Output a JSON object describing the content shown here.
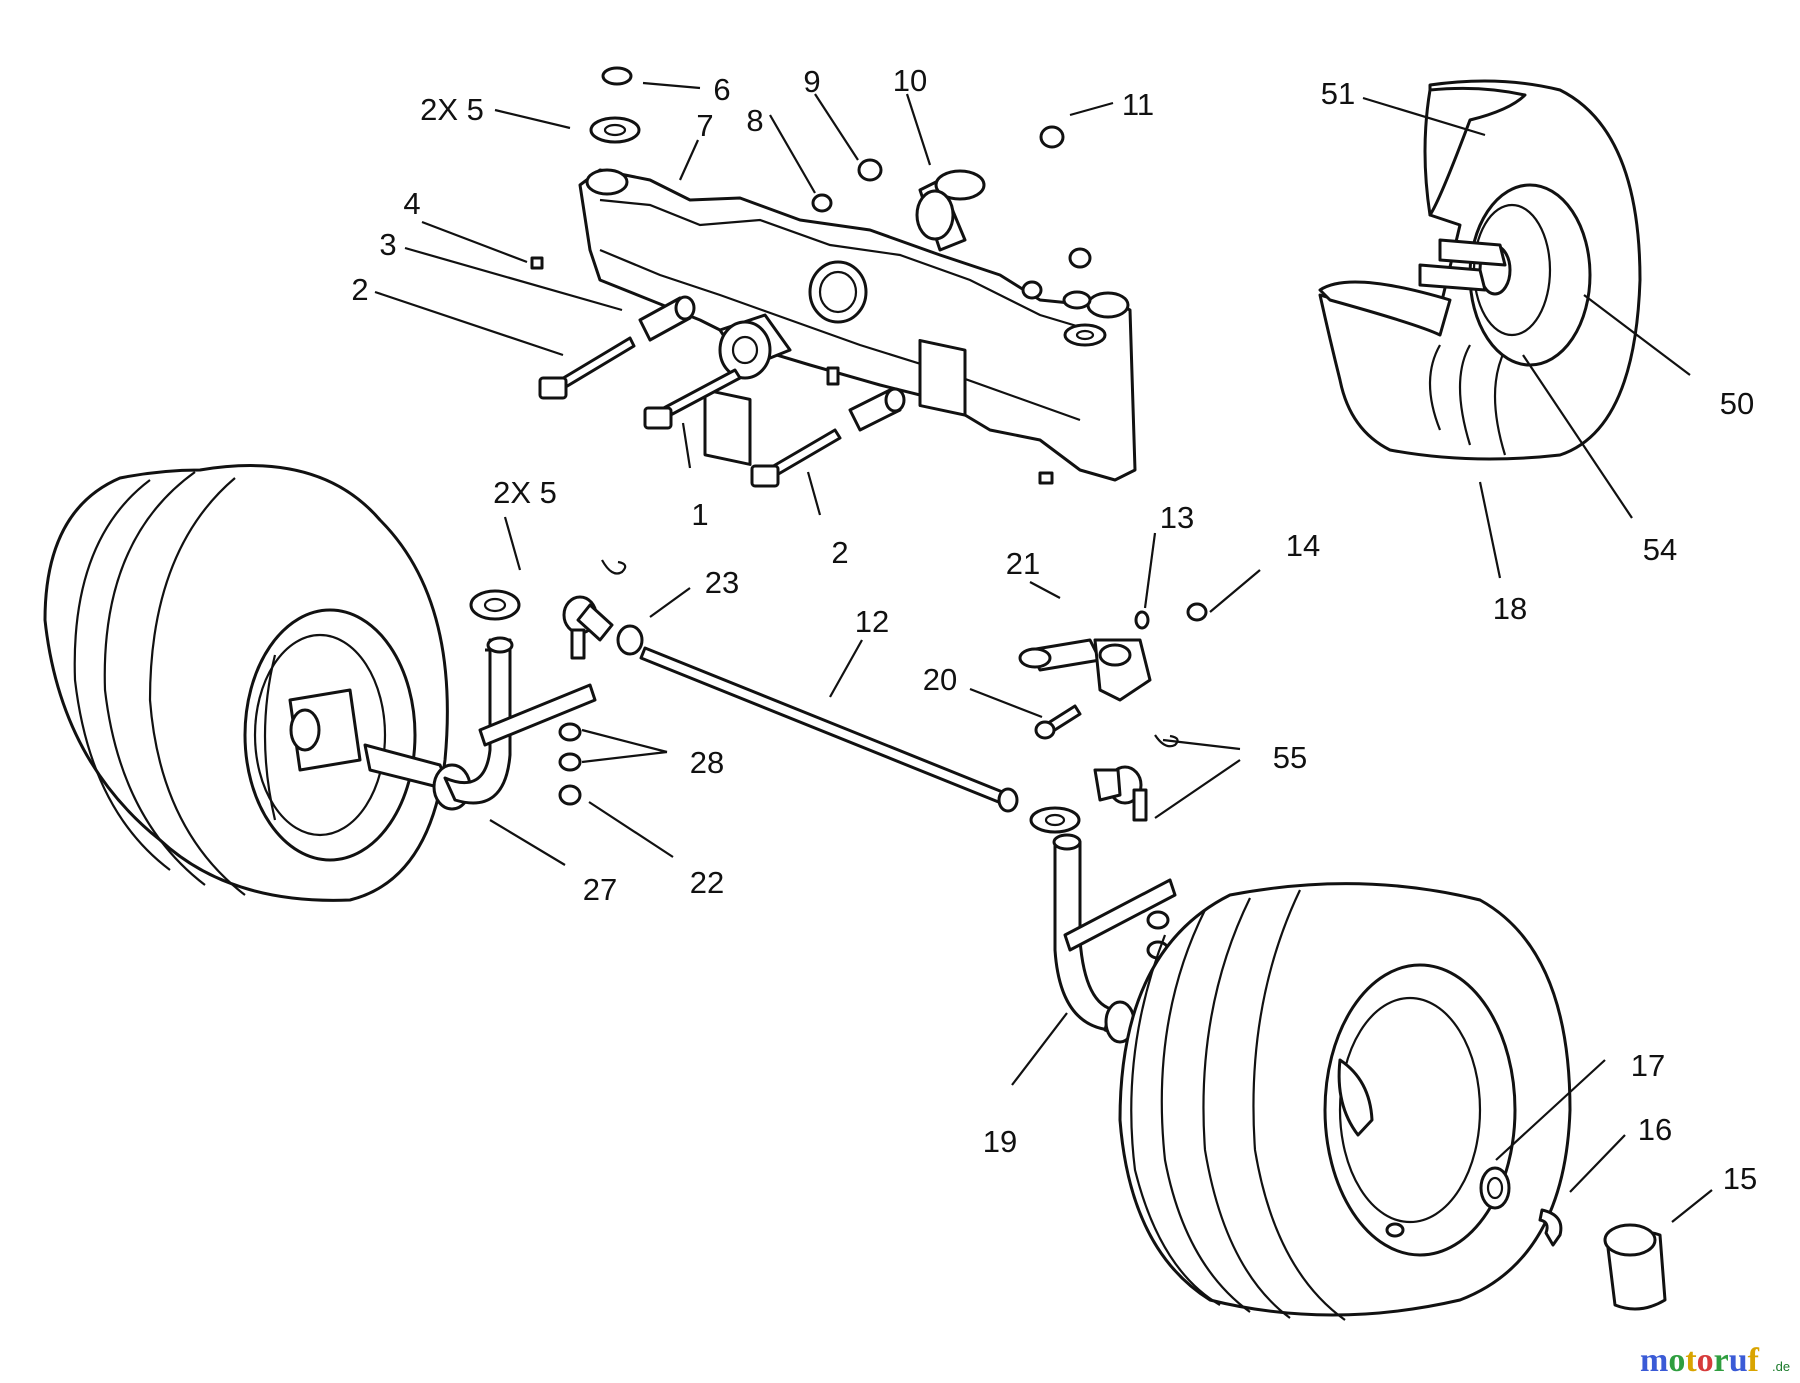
{
  "diagram": {
    "callouts": [
      {
        "id": "c1",
        "label": "1"
      },
      {
        "id": "c2a",
        "label": "2"
      },
      {
        "id": "c2b",
        "label": "2"
      },
      {
        "id": "c3",
        "label": "3"
      },
      {
        "id": "c4",
        "label": "4"
      },
      {
        "id": "c5a",
        "label": "2X 5"
      },
      {
        "id": "c5b",
        "label": "2X 5"
      },
      {
        "id": "c6",
        "label": "6"
      },
      {
        "id": "c7",
        "label": "7"
      },
      {
        "id": "c8",
        "label": "8"
      },
      {
        "id": "c9",
        "label": "9"
      },
      {
        "id": "c10",
        "label": "10"
      },
      {
        "id": "c11",
        "label": "11"
      },
      {
        "id": "c12",
        "label": "12"
      },
      {
        "id": "c13",
        "label": "13"
      },
      {
        "id": "c14",
        "label": "14"
      },
      {
        "id": "c15",
        "label": "15"
      },
      {
        "id": "c16",
        "label": "16"
      },
      {
        "id": "c17",
        "label": "17"
      },
      {
        "id": "c18",
        "label": "18"
      },
      {
        "id": "c19",
        "label": "19"
      },
      {
        "id": "c20",
        "label": "20"
      },
      {
        "id": "c21",
        "label": "21"
      },
      {
        "id": "c22",
        "label": "22"
      },
      {
        "id": "c23",
        "label": "23"
      },
      {
        "id": "c27",
        "label": "27"
      },
      {
        "id": "c28",
        "label": "28"
      },
      {
        "id": "c50",
        "label": "50"
      },
      {
        "id": "c51",
        "label": "51"
      },
      {
        "id": "c54",
        "label": "54"
      },
      {
        "id": "c55",
        "label": "55"
      }
    ]
  },
  "watermark": {
    "brand": "motoruf",
    "suffix": ".de",
    "colors": [
      "#3b5bd6",
      "#2f9e3f",
      "#d9a400",
      "#d63b3b",
      "#2f9e3f",
      "#3b5bd6",
      "#d9a400"
    ]
  }
}
